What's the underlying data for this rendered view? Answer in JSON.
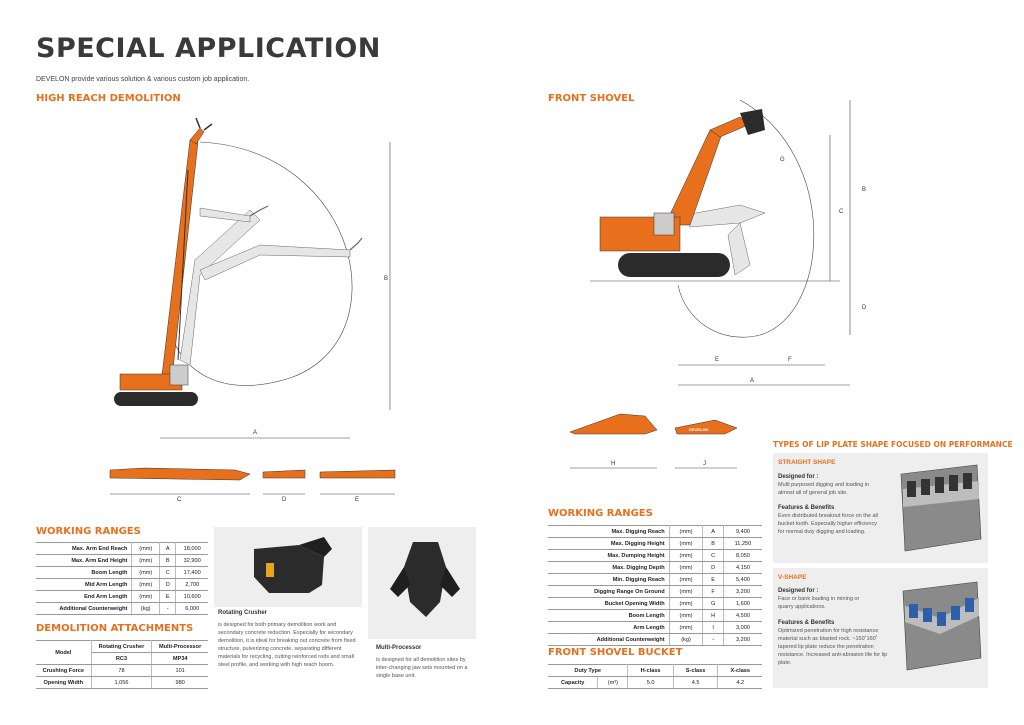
{
  "header": {
    "title": "SPECIAL APPLICATION",
    "subtitle": "DEVELON provide various solution & various custom job application."
  },
  "high_reach": {
    "section_title": "HIGH REACH DEMOLITION",
    "dim_labels": {
      "a": "A",
      "b": "B",
      "c": "C",
      "d": "D",
      "e": "E"
    },
    "working_ranges_title": "WORKING RANGES",
    "working_ranges": [
      {
        "label": "Max. Arm End Reach",
        "unit": "(mm)",
        "code": "A",
        "value": "18,000"
      },
      {
        "label": "Max. Arm End Height",
        "unit": "(mm)",
        "code": "B",
        "value": "32,900"
      },
      {
        "label": "Boom Length",
        "unit": "(mm)",
        "code": "C",
        "value": "17,400"
      },
      {
        "label": "Mid Arm Length",
        "unit": "(mm)",
        "code": "D",
        "value": "2,700"
      },
      {
        "label": "End Arm Length",
        "unit": "(mm)",
        "code": "E",
        "value": "10,600"
      },
      {
        "label": "Additional Counterweight",
        "unit": "(kg)",
        "code": "-",
        "value": "6,000"
      }
    ],
    "attachments_title": "DEMOLITION ATTACHMENTS",
    "attachments_table": {
      "model_label": "Model",
      "col1": "Rotating Crusher",
      "col2": "Multi-Processor",
      "col1_model": "RC3",
      "col2_model": "MP34",
      "rows": [
        {
          "label": "Crushing Force",
          "v1": "78",
          "v2": "101"
        },
        {
          "label": "Opening Width",
          "v1": "1,056",
          "v2": "980"
        }
      ]
    },
    "rotating_crusher": {
      "title": "Rotating Crusher",
      "desc": "is designed for both primary demolition work and secondary concrete reduction. Especially for secondary demolition, it is ideal for breaking out concrete from fixed structure, pulverizing concrete, separating different materials for recycling, cutting reinforced rods and small steel profile, and working with high reach boom."
    },
    "multi_processor": {
      "title": "Multi-Processor",
      "desc": "is designed for all demolition sites by inter-changing jaw sets mounted on a single base unit."
    }
  },
  "front_shovel": {
    "section_title": "FRONT SHOVEL",
    "dim_labels": {
      "a": "A",
      "b": "B",
      "c": "C",
      "d": "D",
      "e": "E",
      "f": "F",
      "g": "G",
      "h": "H",
      "j": "J"
    },
    "brand": "DEVELON",
    "working_ranges_title": "WORKING RANGES",
    "working_ranges": [
      {
        "label": "Max. Digging Reach",
        "unit": "(mm)",
        "code": "A",
        "value": "9,400"
      },
      {
        "label": "Max. Digging Height",
        "unit": "(mm)",
        "code": "B",
        "value": "11,250"
      },
      {
        "label": "Max. Dumping Height",
        "unit": "(mm)",
        "code": "C",
        "value": "8,050"
      },
      {
        "label": "Max. Digging Depth",
        "unit": "(mm)",
        "code": "D",
        "value": "4,150"
      },
      {
        "label": "Min. Digging Reach",
        "unit": "(mm)",
        "code": "E",
        "value": "5,400"
      },
      {
        "label": "Digging Range On Ground",
        "unit": "(mm)",
        "code": "F",
        "value": "3,200"
      },
      {
        "label": "Bucket Opening Width",
        "unit": "(mm)",
        "code": "G",
        "value": "1,600"
      },
      {
        "label": "Boom Length",
        "unit": "(mm)",
        "code": "H",
        "value": "4,500"
      },
      {
        "label": "Arm Length",
        "unit": "(mm)",
        "code": "I",
        "value": "3,000"
      },
      {
        "label": "Additional Counterweight",
        "unit": "(kg)",
        "code": "-",
        "value": "3,200"
      }
    ],
    "bucket_title": "FRONT SHOVEL BUCKET",
    "bucket_table": {
      "h0": "Duty Type",
      "h1": "H-class",
      "h2": "S-class",
      "h3": "X-class",
      "row_label": "Capacity",
      "row_unit": "(m³)",
      "v1": "5.0",
      "v2": "4.5",
      "v3": "4.2"
    }
  },
  "lip_plate": {
    "title": "TYPES OF LIP PLATE SHAPE FOCUSED ON PERFORMANCE",
    "straight": {
      "heading": "STRAIGHT SHAPE",
      "designed_for_label": "Designed for :",
      "designed_for": "Multi purposed digging and loading in almost all of general job site.",
      "fb_label": "Features & Benefits",
      "fb": "Even distributed breakout force on the all bucket tooth. Especially higher efficiency for normal duty digging and loading."
    },
    "vshape": {
      "heading": "V-SHAPE",
      "designed_for_label": "Designed for :",
      "designed_for": "Face or bank loading in mining or quarry applications.",
      "fb_label": "Features & Benefits",
      "fb": "Optimized penetration for high resistance material such as blasted rock. ~150˚160˚ tapered lip plate reduce the penetration resistance. Increased anti-abrasion life for lip plate."
    }
  },
  "colors": {
    "accent": "#e8701c",
    "text": "#333333",
    "panel": "#eeeeee",
    "machine_dark": "#2b2b2b"
  }
}
